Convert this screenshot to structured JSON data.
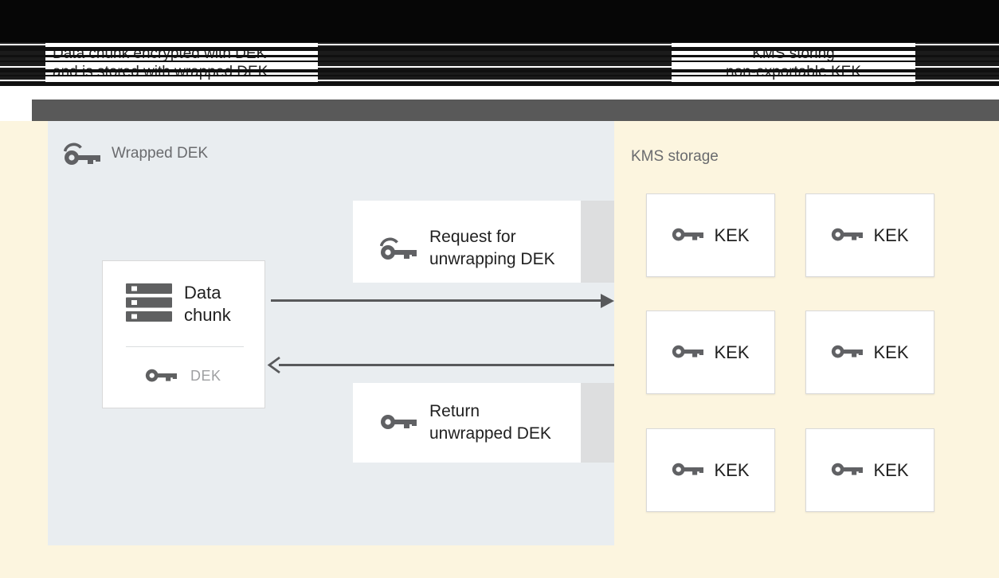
{
  "header": {
    "left_caption_line1": "Data chunk encrypted with DEK",
    "left_caption_line2": "and is stored with wrapped DEK",
    "right_caption_line1": "KMS storing",
    "right_caption_line2": "non-exportable KEK"
  },
  "wrapped_dek_panel": {
    "title": "Wrapped DEK"
  },
  "kms_panel": {
    "title": "KMS storage",
    "kek_labels": [
      "KEK",
      "KEK",
      "KEK",
      "KEK",
      "KEK",
      "KEK"
    ]
  },
  "data_chunk_box": {
    "title_line1": "Data",
    "title_line2": "chunk",
    "key_label": "DEK"
  },
  "request_box": {
    "line1": "Request for",
    "line2": "unwrapping DEK"
  },
  "return_box": {
    "line1": "Return",
    "line2": "unwrapped DEK"
  },
  "colors": {
    "cream_background": "#FCF5DF",
    "panel_background": "#E9EDF0",
    "gray_bar": "#595959",
    "arrow_gray": "#58595B",
    "icon_gray": "#606164",
    "label_gray": "#6A6B6E",
    "text_dark": "#212121",
    "dek_text_gray": "#9FA0A2",
    "shadow_band": "#DDDEDF"
  }
}
